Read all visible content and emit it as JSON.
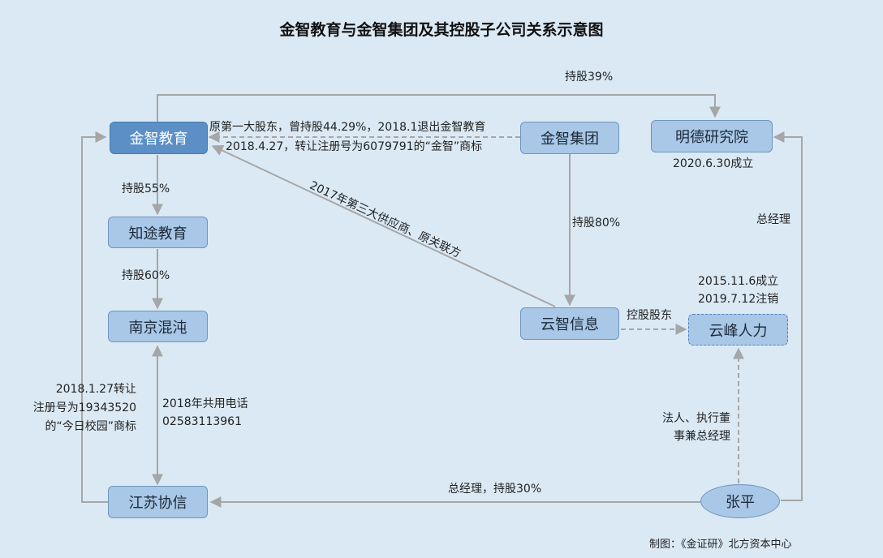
{
  "title": "金智教育与金智集团及其控股子公司关系示意图",
  "nodes": {
    "jinzhi_edu": "金智教育",
    "jinzhi_group": "金智集团",
    "mingde": "明德研究院",
    "zhitu": "知途教育",
    "nanjing": "南京混沌",
    "yunzhi": "云智信息",
    "yunfeng": "云峰人力",
    "jiangsu": "江苏协信",
    "zhangping": "张平"
  },
  "labels": {
    "hold39": "持股39%",
    "first_shareholder": "原第一大股东，曾持股44.29%，2018.1退出金智教育",
    "transfer_trademark": "2018.4.27，转让注册号为6079791的“金智”商标",
    "mingde_founded": "2020.6.30成立",
    "hold55": "持股55%",
    "hold80": "持股80%",
    "gm_mingde": "总经理",
    "supplier": "2017年第三大供应商、原关联方",
    "hold60": "持股60%",
    "yunfeng_founded": "2015.11.6成立",
    "yunfeng_cancelled": "2019.7.12注销",
    "controlling": "控股股东",
    "trademark_2018_line1": "2018.1.27转让",
    "trademark_2018_line2": "注册号为19343520",
    "trademark_2018_line3": "的“今日校园”商标",
    "phone_line1": "2018年共用电话",
    "phone_line2": "02583113961",
    "legal_line1": "法人、执行董",
    "legal_line2": "事兼总经理",
    "gm_hold30": "总经理，持股30%"
  },
  "credit": "制图：《金证研》北方资本中心",
  "colors": {
    "background": "#dbe9f4",
    "node_fill": "#a9c7e6",
    "node_dark_fill": "#5b8fc6",
    "arrow": "#a6a6a6"
  }
}
